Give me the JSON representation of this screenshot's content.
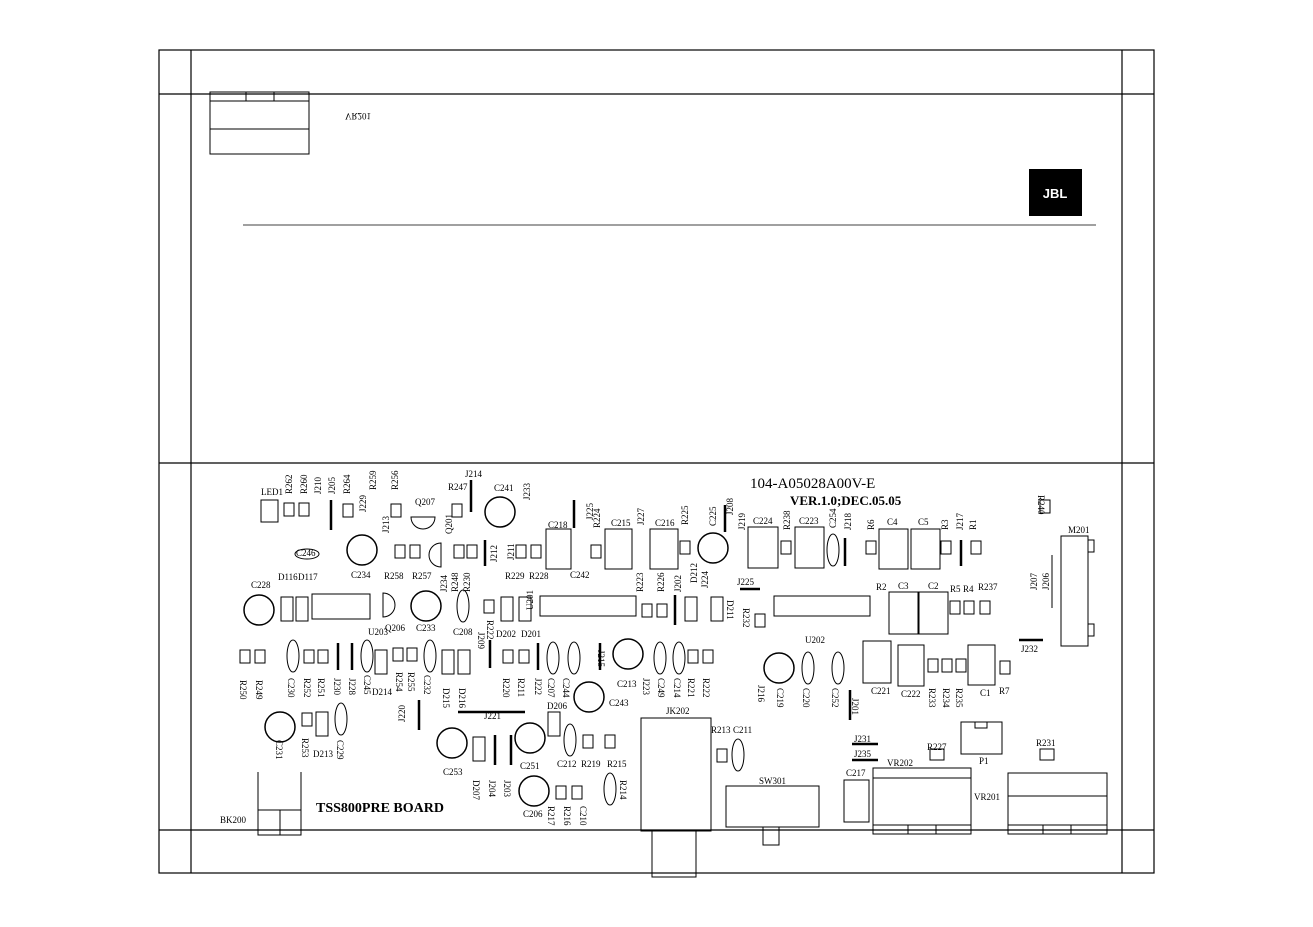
{
  "board": {
    "part_number": "104-A05028A00V-E",
    "version": "VER.1.0;DEC.05.05",
    "name": "TSS800PRE BOARD",
    "brand": "JBL",
    "mirrored_ref": "VR201"
  },
  "components": {
    "LED1": "LED1",
    "R262": "R262",
    "R260": "R260",
    "J210": "J210",
    "J205": "J205",
    "R264": "R264",
    "J229": "J229",
    "R259": "R259",
    "R256": "R256",
    "J214": "J214",
    "R247": "R247",
    "C241": "C241",
    "J233": "J233",
    "Q207": "Q207",
    "Q201": "Q201",
    "J213": "J213",
    "C218": "C218",
    "J225": "J225",
    "R224": "R224",
    "C215": "C215",
    "J227": "J227",
    "C216": "C216",
    "R225": "R225",
    "C225": "C225",
    "J208": "J208",
    "J219": "J219",
    "C224": "C224",
    "R238": "R238",
    "C223": "C223",
    "C254": "C254",
    "J218": "J218",
    "R6": "R6",
    "C4": "C4",
    "C5": "C5",
    "R3": "R3",
    "J217": "J217",
    "R1": "R1",
    "R240": "R240",
    "C246": "C246",
    "D116": "D116",
    "D117": "D117",
    "C234": "C234",
    "R258": "R258",
    "R257": "R257",
    "J234": "J234",
    "R248": "R248",
    "R230": "R230",
    "J212": "J212",
    "J211": "J211",
    "R229": "R229",
    "R228": "R228",
    "C242": "C242",
    "R223": "R223",
    "R226": "R226",
    "J202": "J202",
    "D212": "D212",
    "J224": "J224",
    "C228": "C228",
    "Q206": "Q206",
    "C233": "C233",
    "C208": "C208",
    "R222": "R222",
    "D202": "D202",
    "D201": "D201",
    "U201": "U201",
    "D211": "D211",
    "J225b": "J225",
    "R232": "R232",
    "R2": "R2",
    "C3": "C3",
    "C2": "C2",
    "R5": "R5",
    "R4": "R4",
    "R237": "R237",
    "J207": "J207",
    "J206": "J206",
    "M201": "M201",
    "U203": "U203",
    "J209": "J209",
    "J215": "J215",
    "U202": "U202",
    "J232": "J232",
    "R250": "R250",
    "R249": "R249",
    "C230": "C230",
    "R252": "R252",
    "R251": "R251",
    "J230": "J230",
    "J228": "J228",
    "C245": "C245",
    "R254": "R254",
    "R255": "R255",
    "C232": "C232",
    "D214": "D214",
    "D215": "D215",
    "D216": "D216",
    "R220": "R220",
    "R211": "R211",
    "C207": "C207",
    "J222": "J222",
    "C244": "C244",
    "C213": "C213",
    "J223": "J223",
    "C249": "C249",
    "C214": "C214",
    "R221": "R221",
    "R222b": "R222",
    "C219": "C219",
    "J216": "J216",
    "C220": "C220",
    "C252": "C252",
    "J201": "J201",
    "C221": "C221",
    "C222": "C222",
    "R233": "R233",
    "R234": "R234",
    "R235": "R235",
    "C1": "C1",
    "R7": "R7",
    "C231": "C231",
    "R253": "R253",
    "D213": "D213",
    "C229": "C229",
    "J220": "J220",
    "J221": "J221",
    "D206": "D206",
    "C243": "C243",
    "JK202": "JK202",
    "R213": "R213",
    "C211": "C211",
    "J231": "J231",
    "J235": "J235",
    "R227": "R227",
    "P1": "P1",
    "R231": "R231",
    "C253": "C253",
    "D207": "D207",
    "J204": "J204",
    "J203": "J203",
    "C251": "C251",
    "C212": "C212",
    "R219": "R219",
    "R215": "R215",
    "R214": "R214",
    "C206": "C206",
    "R217": "R217",
    "R216": "R216",
    "C210": "C210",
    "SW301": "SW301",
    "C217": "C217",
    "VR202": "VR202",
    "VR201": "VR201",
    "BK200": "BK200"
  }
}
